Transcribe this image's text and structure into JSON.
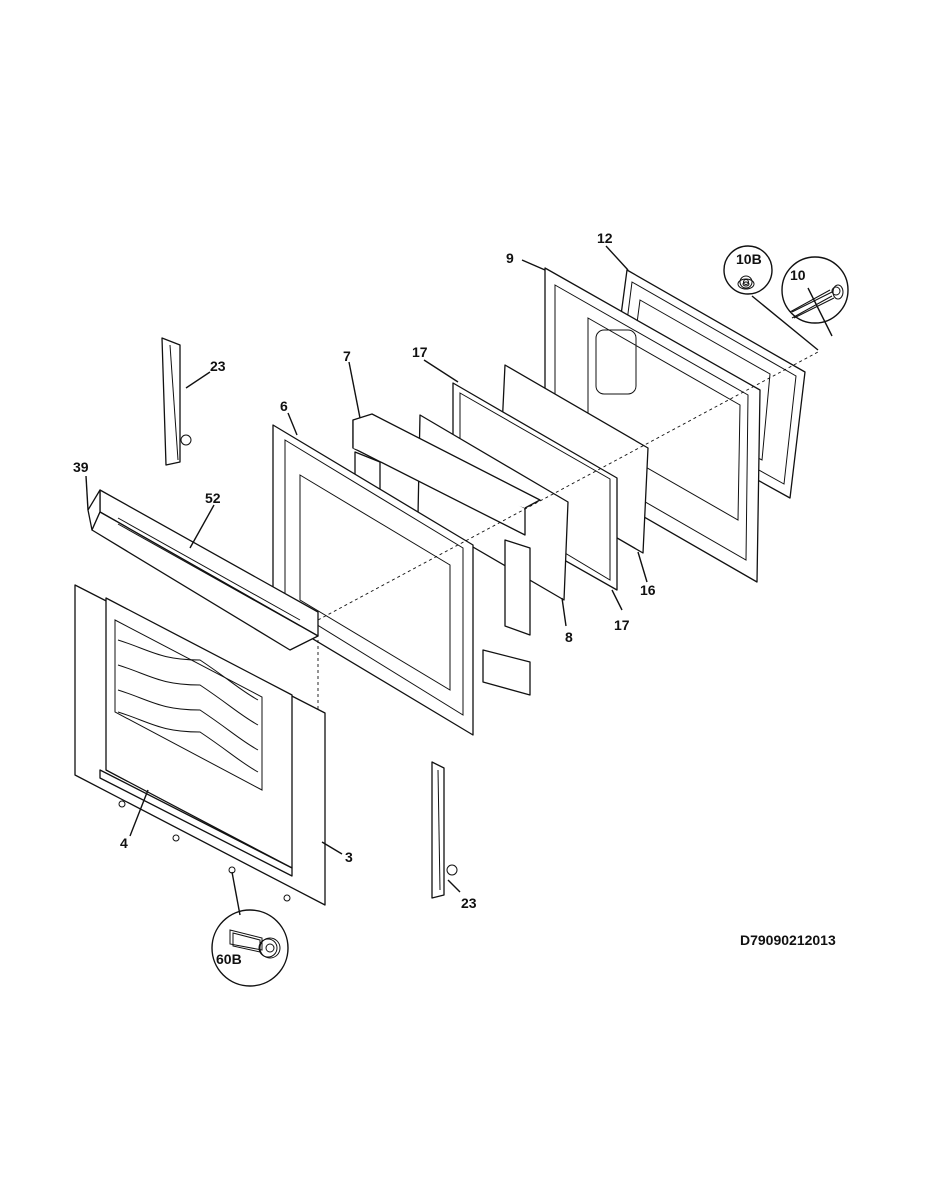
{
  "diagram": {
    "drawing_number": "D79090212013",
    "callouts": {
      "p3": "3",
      "p4": "4",
      "p6": "6",
      "p7": "7",
      "p8": "8",
      "p9": "9",
      "p10": "10",
      "p10b": "10B",
      "p12": "12",
      "p16": "16",
      "p17a": "17",
      "p17b": "17",
      "p23a": "23",
      "p23b": "23",
      "p39": "39",
      "p52": "52",
      "p60b": "60B"
    }
  }
}
